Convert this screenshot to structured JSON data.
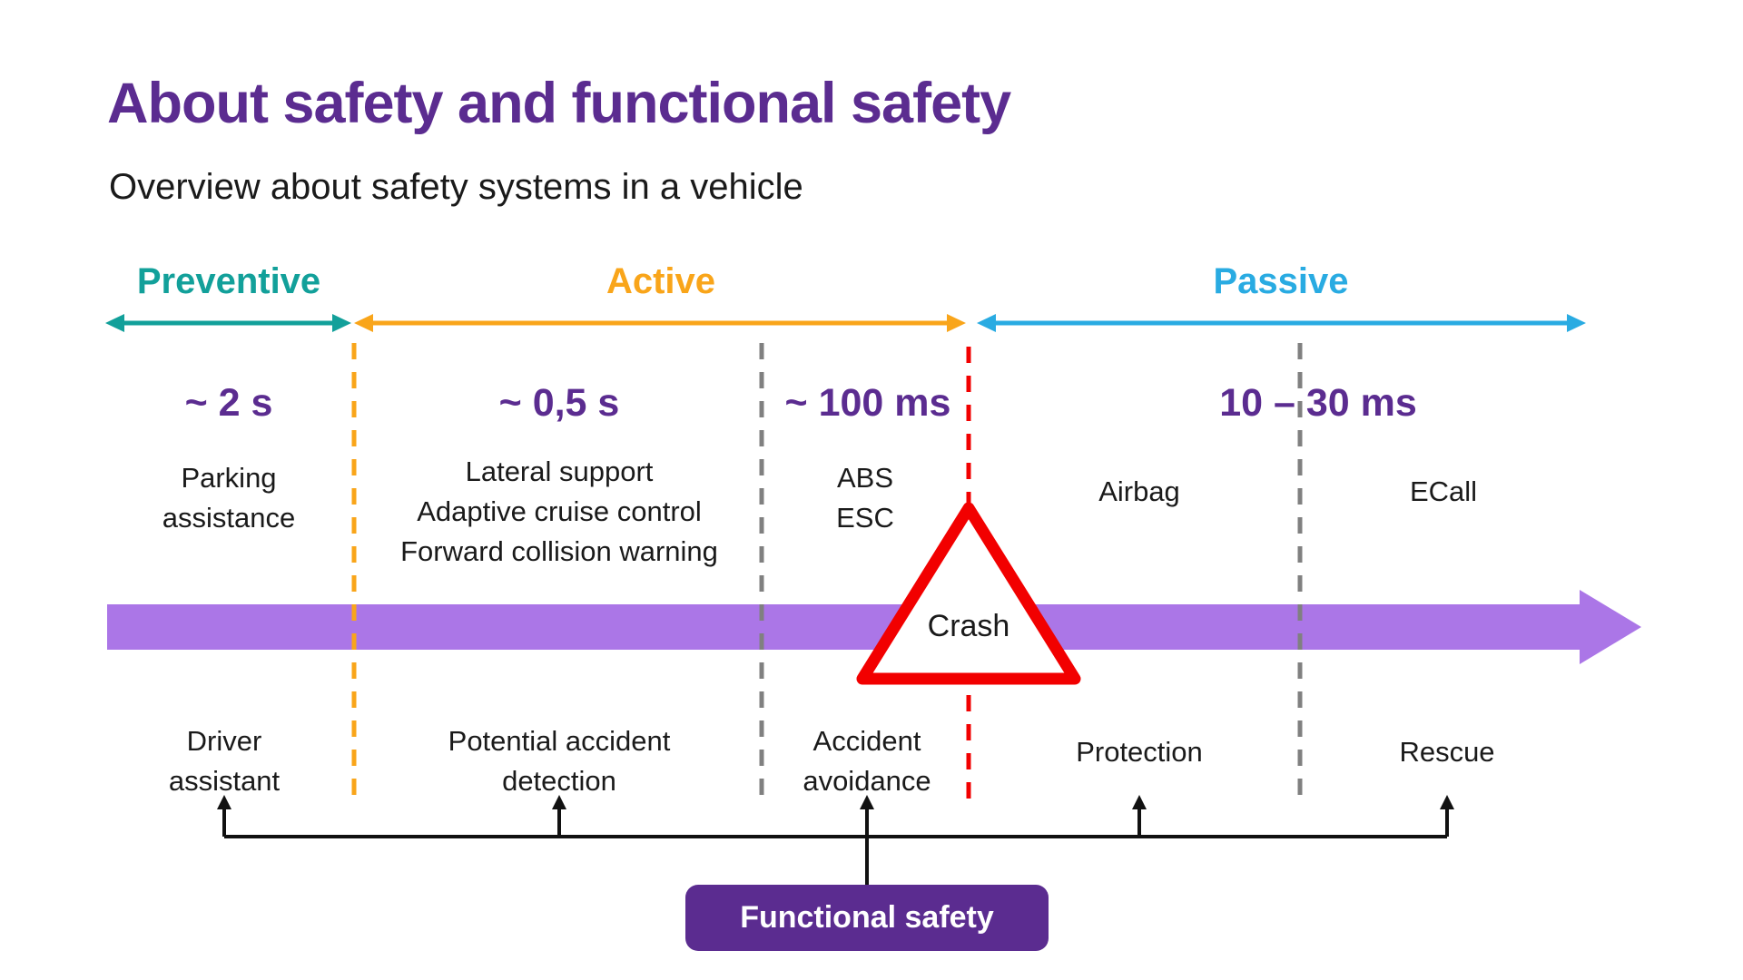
{
  "slide": {
    "title": "About safety and functional safety",
    "subtitle": "Overview about safety systems in a vehicle"
  },
  "sections": [
    {
      "label": "Preventive",
      "color": "#12A09A",
      "timing": "~ 2 s"
    },
    {
      "label": "Active",
      "color": "#F9A51A",
      "timings": [
        "~ 0,5 s",
        "~ 100 ms"
      ]
    },
    {
      "label": "Passive",
      "color": "#29ABE2",
      "timing": "10 – 30 ms"
    }
  ],
  "timings": [
    {
      "label": "~ 2 s"
    },
    {
      "label": "~ 0,5 s"
    },
    {
      "label": "~ 100 ms"
    },
    {
      "label": "10 – 30 ms"
    }
  ],
  "upper_items": [
    {
      "label": "Parking\nassistance"
    },
    {
      "label": "Lateral support\nAdaptive cruise control\nForward collision warning"
    },
    {
      "label": "ABS\nESC"
    },
    {
      "label": "Airbag"
    },
    {
      "label": "ECall"
    }
  ],
  "lower_items": [
    {
      "label": "Driver\nassistant"
    },
    {
      "label": "Potential accident\ndetection"
    },
    {
      "label": "Accident\navoidance"
    },
    {
      "label": "Protection"
    },
    {
      "label": "Rescue"
    }
  ],
  "crash": {
    "label": "Crash"
  },
  "functional_safety": {
    "label": "Functional safety"
  },
  "colors": {
    "title_purple": "#5B2C90",
    "preventive_teal": "#12A09A",
    "active_orange": "#F9A51A",
    "passive_blue": "#29ABE2",
    "timeline_band_purple": "#AB76E7",
    "crash_red": "#F20000",
    "divider_gray": "#808080",
    "functional_safety_bg": "#5B2C90",
    "text_black": "#1A1A1A"
  }
}
